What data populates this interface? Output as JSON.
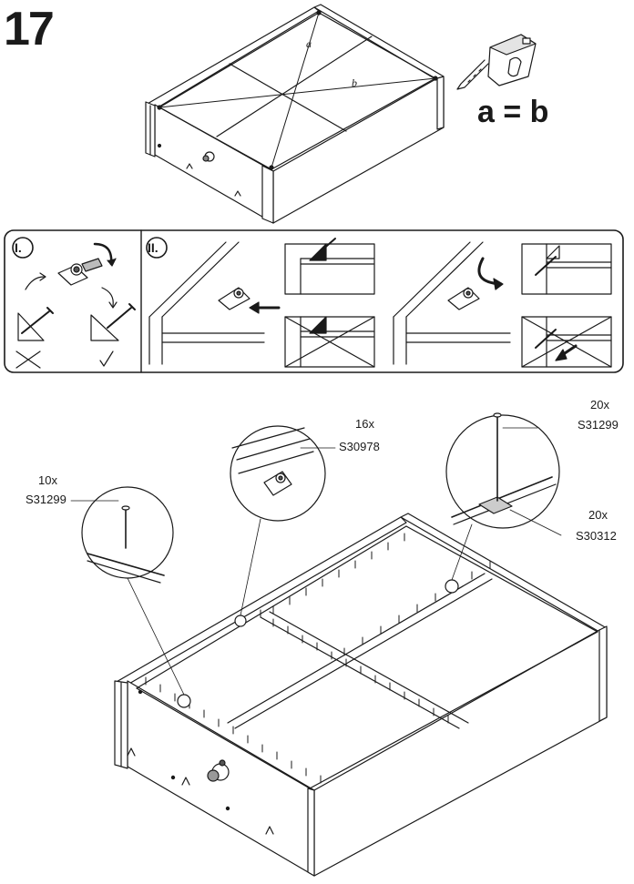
{
  "step": {
    "number": "17"
  },
  "measure": {
    "formula": "a = b",
    "diag_a": "a",
    "diag_b": "b"
  },
  "instruction_panel": {
    "part1_label": "I.",
    "part2_label": "II."
  },
  "callouts": [
    {
      "qty": "10x",
      "code": "S31299"
    },
    {
      "qty": "16x",
      "code": "S30978"
    },
    {
      "qty": "20x",
      "code": "S31299"
    },
    {
      "qty": "20x",
      "code": "S30312"
    }
  ],
  "colors": {
    "line": "#1a1a1a",
    "fill": "#ffffff",
    "shade": "#cfcfcf"
  }
}
